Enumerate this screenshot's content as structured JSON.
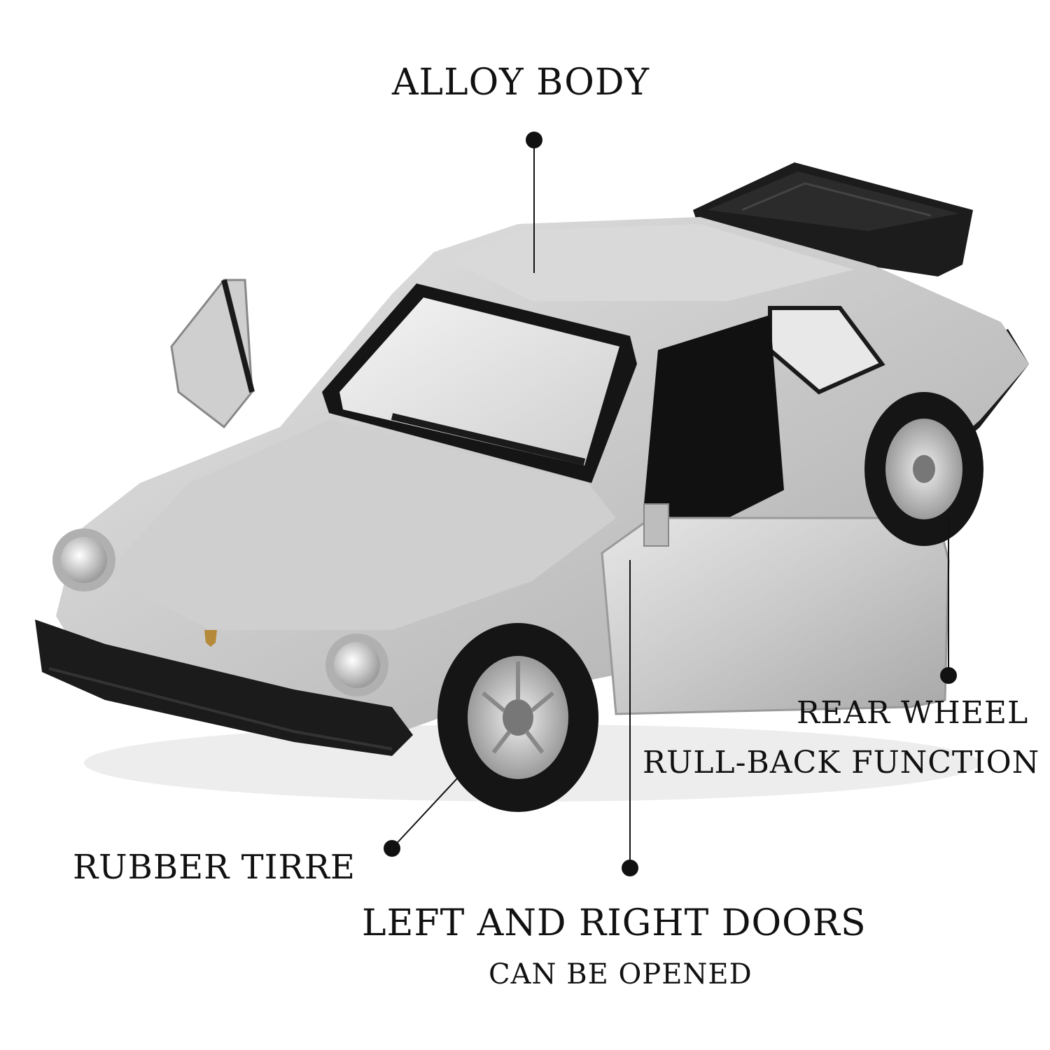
{
  "callouts": {
    "alloy_body": "ALLOY BODY",
    "rear_wheel_line1": "REAR WHEEL",
    "rear_wheel_line2": "RULL-BACK FUNCTION",
    "rubber_tire": "RUBBER TIRRE",
    "doors_line1": "LEFT AND RIGHT DOORS",
    "doors_line2": "CAN BE OPENED"
  },
  "product": {
    "subject": "silver die-cast toy sports car with open doors and rear spoiler",
    "body_color": "#c9c9c9",
    "trim_color": "#1a1a1a"
  },
  "colors": {
    "background": "#ffffff",
    "text": "#111111",
    "leader": "#111111"
  }
}
